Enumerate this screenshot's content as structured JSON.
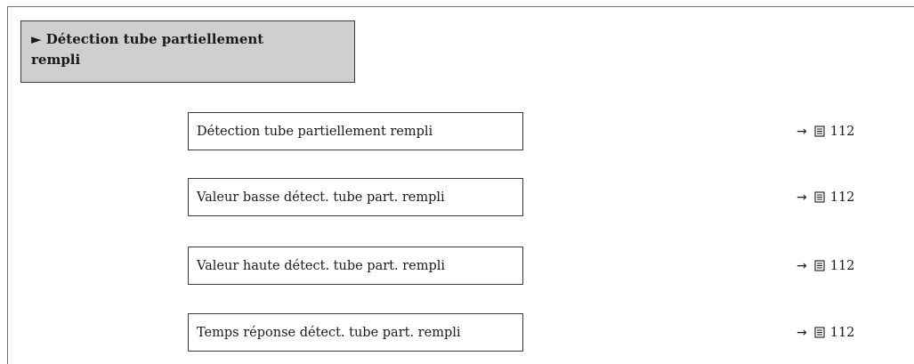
{
  "submenu": {
    "title": "► Détection tube partiellement rempli"
  },
  "parameters": [
    {
      "label": "Détection tube partiellement rempli",
      "arrow": "→",
      "icon": "book-icon",
      "page": "112"
    },
    {
      "label": "Valeur basse détect. tube part. rempli",
      "arrow": "→",
      "icon": "book-icon",
      "page": "112"
    },
    {
      "label": "Valeur haute détect. tube part. rempli",
      "arrow": "→",
      "icon": "book-icon",
      "page": "112"
    },
    {
      "label": "Temps réponse détect. tube part. rempli",
      "arrow": "→",
      "icon": "book-icon",
      "page": "112"
    }
  ]
}
